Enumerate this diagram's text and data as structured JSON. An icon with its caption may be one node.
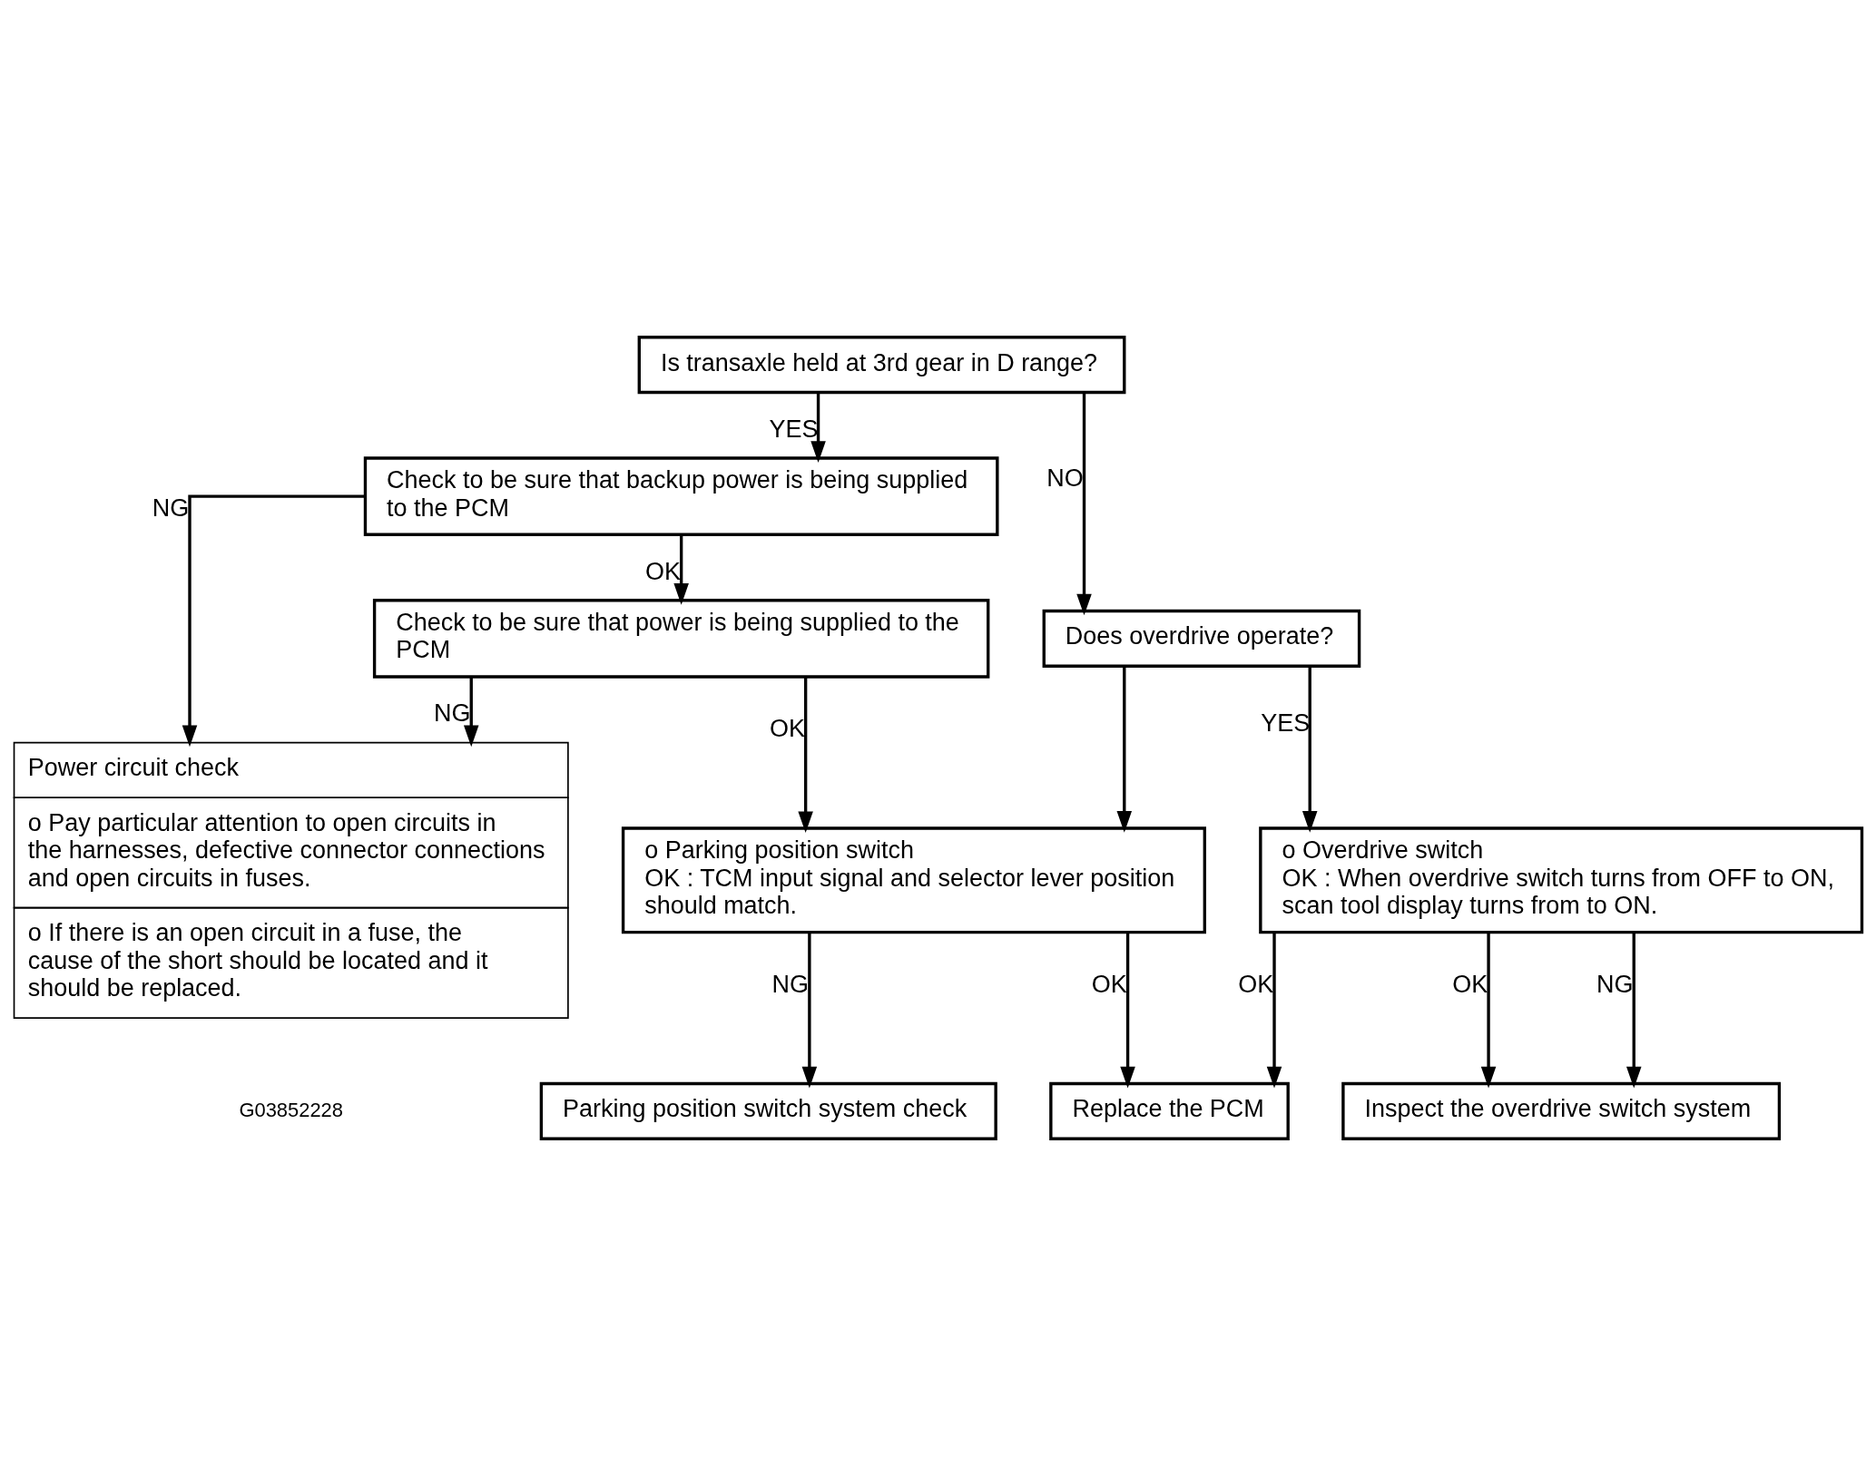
{
  "diagram": {
    "nodes": [
      {
        "text": [
          "Is transaxle held at 3rd gear in D range?"
        ]
      },
      {
        "text": [
          "Check to be sure that backup power is being supplied to the PCM"
        ]
      },
      {
        "text": [
          "Does overdrive operate?"
        ]
      },
      {
        "text": [
          "Check to be sure that power is being supplied to the PCM"
        ]
      },
      {
        "text": [
          "o Overdrive switch",
          "OK : When overdrive switch turns from OFF to ON, scan tool display turns from to ON."
        ]
      },
      {
        "text": [
          "o Parking position switch",
          "OK : TCM input signal and selector lever position should match."
        ]
      },
      {
        "text": [
          "Inspect the overdrive switch system"
        ]
      },
      {
        "text": [
          "Replace the PCM"
        ]
      },
      {
        "text": [
          "Parking position switch system check"
        ]
      },
      {
        "text": [
          "Power circuit check",
          "o Pay particular attention to open circuits in the harnesses, defective connector connections and open circuits in fuses.",
          "o If there is an open circuit in a fuse, the cause of the short should be located and it should be replaced."
        ]
      }
    ],
    "edges": [
      {
        "from": 0,
        "to": 1,
        "arrow": "to",
        "label": "YES"
      },
      {
        "from": 0,
        "to": 2,
        "arrow": "to",
        "label": "NO"
      },
      {
        "from": 1,
        "to": 9,
        "arrow": "to",
        "label": "NG"
      },
      {
        "from": 1,
        "to": 3,
        "arrow": "to",
        "label": "OK"
      },
      {
        "from": 3,
        "to": 9,
        "arrow": "to",
        "label": "NG"
      },
      {
        "from": 3,
        "to": 5,
        "arrow": "to",
        "label": "OK"
      },
      {
        "from": 2,
        "to": 5,
        "arrow": "to"
      },
      {
        "from": 2,
        "to": 4,
        "arrow": "to",
        "label": "YES"
      },
      {
        "from": 4,
        "to": 7,
        "arrow": "to",
        "label": "OK"
      },
      {
        "from": 4,
        "to": 6,
        "arrow": "to",
        "label": "OK"
      },
      {
        "from": 4,
        "to": 6,
        "arrow": "to",
        "label": "NG"
      },
      {
        "from": 5,
        "to": 8,
        "arrow": "to",
        "label": "NG"
      },
      {
        "from": 5,
        "to": 7,
        "arrow": "to",
        "label": "OK"
      }
    ],
    "labels": [
      "G03852228"
    ]
  }
}
